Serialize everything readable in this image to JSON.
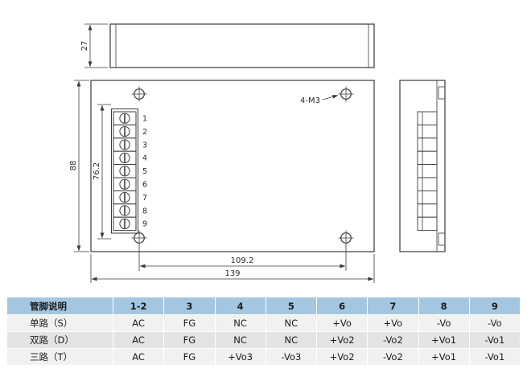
{
  "drawing": {
    "top_view": {
      "dim_height": "27"
    },
    "front_view": {
      "dim_height": "88",
      "dim_terminal_span": "76.2",
      "dim_hole_spacing": "109.2",
      "dim_width": "139",
      "screw_label": "4-M3",
      "terminal_numbers": [
        "1",
        "2",
        "3",
        "4",
        "5",
        "6",
        "7",
        "8",
        "9"
      ]
    }
  },
  "pin_table": {
    "headers": [
      "管脚说明",
      "1-2",
      "3",
      "4",
      "5",
      "6",
      "7",
      "8",
      "9"
    ],
    "rows": [
      {
        "label": "单路（S）",
        "cells": [
          "AC",
          "FG",
          "NC",
          "NC",
          "+Vo",
          "+Vo",
          "-Vo",
          "-Vo"
        ]
      },
      {
        "label": "双路（D）",
        "cells": [
          "AC",
          "FG",
          "NC",
          "NC",
          "+Vo2",
          "-Vo2",
          "+Vo1",
          "-Vo1"
        ]
      },
      {
        "label": "三路（T）",
        "cells": [
          "AC",
          "FG",
          "+Vo3",
          "-Vo3",
          "+Vo2",
          "-Vo2",
          "+Vo1",
          "-Vo1"
        ]
      }
    ]
  },
  "colors": {
    "header_bg": "#a5c6e0",
    "row_bg_light": "#f1f1f1",
    "row_bg_dark": "#e4e4e4",
    "line_color": "#3a3a3a"
  }
}
